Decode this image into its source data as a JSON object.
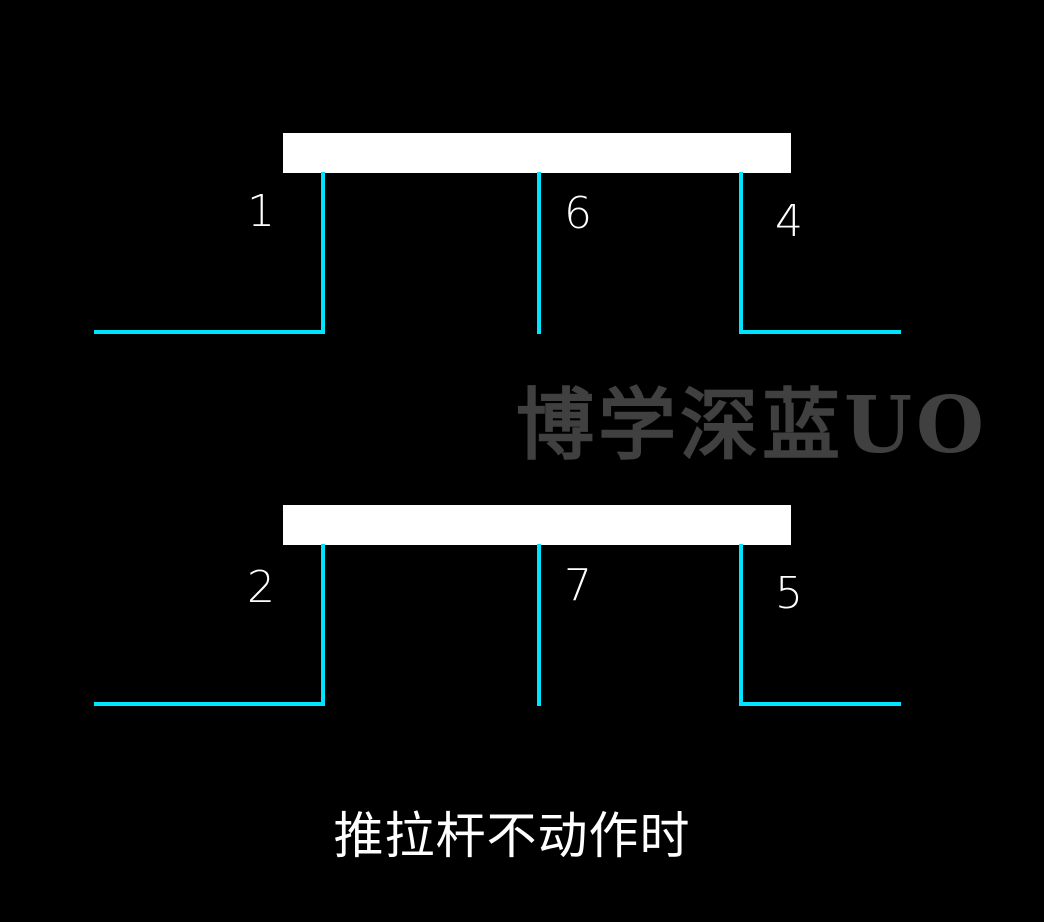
{
  "colors": {
    "background": "#000000",
    "contact_bar": "#ffffff",
    "wire": "#00e5ff",
    "label_text": "#ffffff",
    "watermark": "#555555"
  },
  "switch_top": {
    "left_terminal": "1",
    "middle_terminal": "6",
    "right_terminal": "4"
  },
  "switch_bottom": {
    "left_terminal": "2",
    "middle_terminal": "7",
    "right_terminal": "5"
  },
  "watermark": "博学深蓝UO",
  "caption": "推拉杆不动作时"
}
